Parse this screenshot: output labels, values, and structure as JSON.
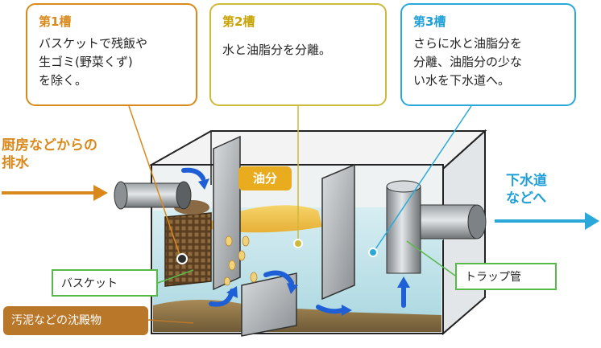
{
  "tanks": [
    {
      "title": "第1槽",
      "text": "バスケットで残飯や\n生ゴミ(野菜くず)\nを除く。",
      "color": "#d9891c"
    },
    {
      "title": "第2槽",
      "text": "水と油脂分を分離。",
      "color": "#cdb93a"
    },
    {
      "title": "第3槽",
      "text": "さらに水と油脂分を\n分離、油脂分の少な\nい水を下水道へ。",
      "color": "#2aa8da"
    }
  ],
  "flow": {
    "inflow_label": "厨房などからの\n排水",
    "outflow_label": "下水道\nなどへ"
  },
  "labels": {
    "oil": "油分",
    "basket": "バスケット",
    "trap": "トラップ管",
    "sludge": "汚泥などの沈殿物"
  },
  "colors": {
    "inflow": "#d9891c",
    "outflow": "#2aa8da",
    "water": "#bfe3ea",
    "oil": "#e9ac1e",
    "sludge": "#b9772a",
    "callout_line": "#59b84a",
    "flow_arrow": "#1f5fd6"
  }
}
